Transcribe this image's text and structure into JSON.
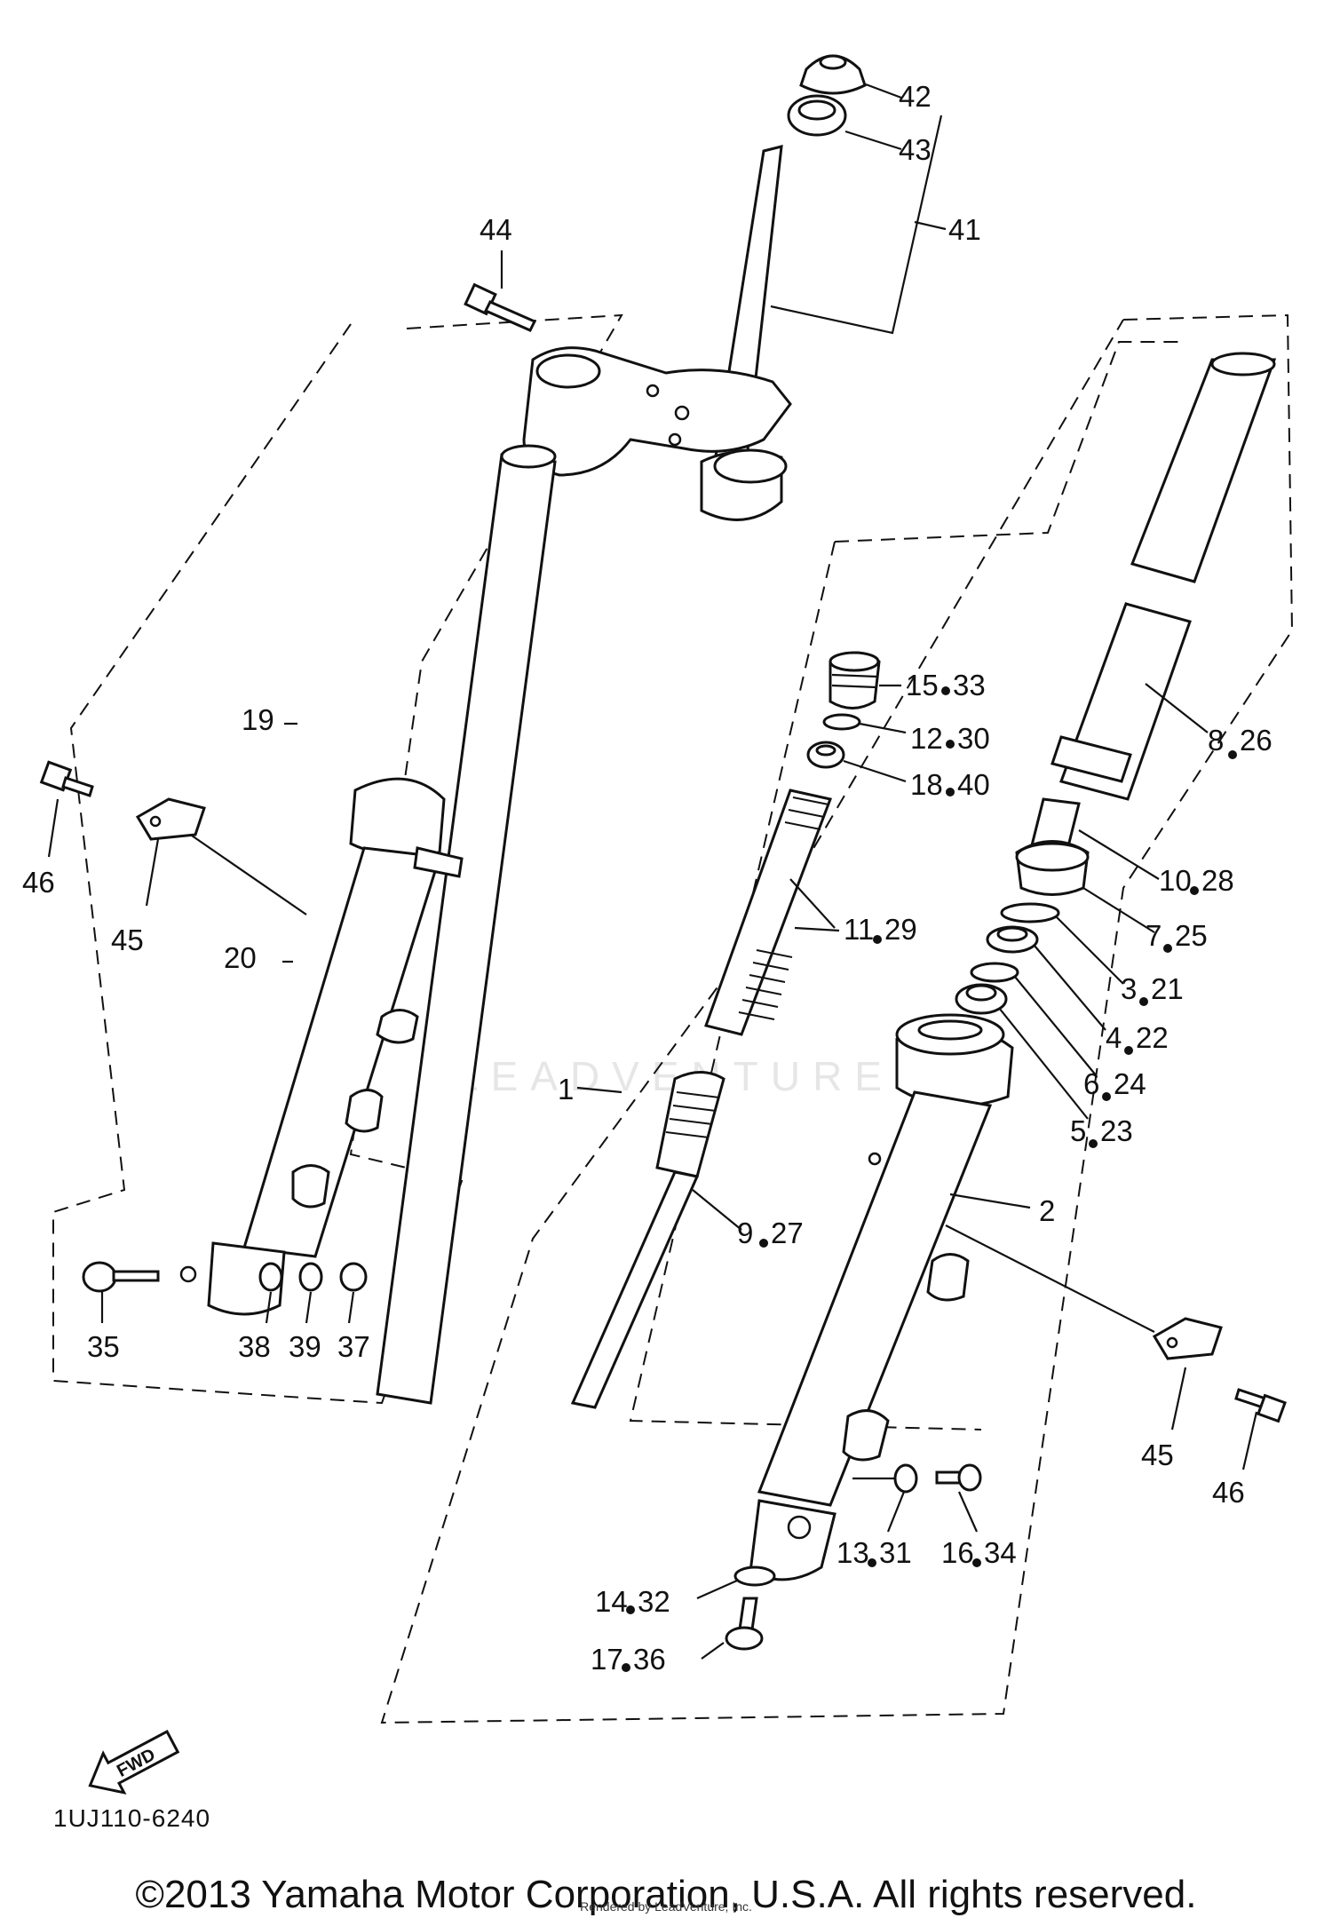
{
  "diagram": {
    "code": "1UJ110-6240",
    "watermark": "LEADVENTURE",
    "fwd_label": "FWD",
    "copyright": "©2013 Yamaha Motor Corporation, U.S.A. All rights reserved.",
    "rendered_by": "Rendered by LeadVenture, Inc.",
    "callouts": [
      {
        "id": "c42",
        "text": "42"
      },
      {
        "id": "c43",
        "text": "43"
      },
      {
        "id": "c41",
        "text": "41"
      },
      {
        "id": "c44",
        "text": "44"
      },
      {
        "id": "c19",
        "text": "19"
      },
      {
        "id": "c46a",
        "text": "46"
      },
      {
        "id": "c45a",
        "text": "45"
      },
      {
        "id": "c20",
        "text": "20"
      },
      {
        "id": "c35",
        "text": "35"
      },
      {
        "id": "c38",
        "text": "38"
      },
      {
        "id": "c39",
        "text": "39"
      },
      {
        "id": "c37",
        "text": "37"
      },
      {
        "id": "c15",
        "text": "15"
      },
      {
        "id": "c33",
        "text": "33"
      },
      {
        "id": "c12",
        "text": "12"
      },
      {
        "id": "c30",
        "text": "30"
      },
      {
        "id": "c18",
        "text": "18"
      },
      {
        "id": "c40",
        "text": "40"
      },
      {
        "id": "c11",
        "text": "11"
      },
      {
        "id": "c29",
        "text": "29"
      },
      {
        "id": "c1",
        "text": "1"
      },
      {
        "id": "c9",
        "text": "9"
      },
      {
        "id": "c27",
        "text": "27"
      },
      {
        "id": "c8",
        "text": "8"
      },
      {
        "id": "c26",
        "text": "26"
      },
      {
        "id": "c10",
        "text": "10"
      },
      {
        "id": "c28",
        "text": "28"
      },
      {
        "id": "c7",
        "text": "7"
      },
      {
        "id": "c25",
        "text": "25"
      },
      {
        "id": "c3",
        "text": "3"
      },
      {
        "id": "c21",
        "text": "21"
      },
      {
        "id": "c4",
        "text": "4"
      },
      {
        "id": "c22",
        "text": "22"
      },
      {
        "id": "c6",
        "text": "6"
      },
      {
        "id": "c24",
        "text": "24"
      },
      {
        "id": "c5",
        "text": "5"
      },
      {
        "id": "c23",
        "text": "23"
      },
      {
        "id": "c2",
        "text": "2"
      },
      {
        "id": "c45b",
        "text": "45"
      },
      {
        "id": "c46b",
        "text": "46"
      },
      {
        "id": "c13",
        "text": "13"
      },
      {
        "id": "c31",
        "text": "31"
      },
      {
        "id": "c16",
        "text": "16"
      },
      {
        "id": "c34",
        "text": "34"
      },
      {
        "id": "c14",
        "text": "14"
      },
      {
        "id": "c32",
        "text": "32"
      },
      {
        "id": "c17",
        "text": "17"
      },
      {
        "id": "c36",
        "text": "36"
      }
    ]
  }
}
